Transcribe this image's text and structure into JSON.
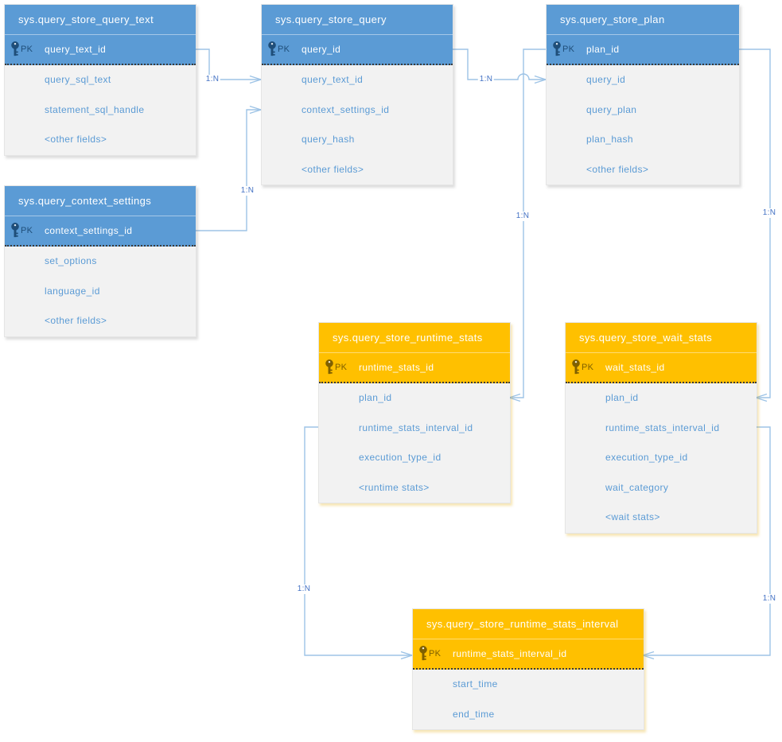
{
  "colors": {
    "blue_header": "#5B9BD5",
    "orange_header": "#FFC000",
    "blue_pk_accent": "#1F4E79",
    "orange_pk_accent": "#7F6000",
    "field_text": "#5B9BD5",
    "body_background": "#F2F2F2",
    "connector_line": "#9DC3E6",
    "cardinality_label": "#4472C4"
  },
  "tables": [
    {
      "title": "sys.query_store_query_text",
      "theme": "blue",
      "pk_label": "PK",
      "pk_field": "query_text_id",
      "fields": [
        "query_sql_text",
        "statement_sql_handle",
        "<other fields>"
      ]
    },
    {
      "title": "sys.query_store_query",
      "theme": "blue",
      "pk_label": "PK",
      "pk_field": "query_id",
      "fields": [
        "query_text_id",
        "context_settings_id",
        "query_hash",
        "<other fields>"
      ]
    },
    {
      "title": "sys.query_store_plan",
      "theme": "blue",
      "pk_label": "PK",
      "pk_field": "plan_id",
      "fields": [
        "query_id",
        "query_plan",
        "plan_hash",
        "<other fields>"
      ]
    },
    {
      "title": "sys.query_context_settings",
      "theme": "blue",
      "pk_label": "PK",
      "pk_field": "context_settings_id",
      "fields": [
        "set_options",
        "language_id",
        "<other fields>"
      ]
    },
    {
      "title": "sys.query_store_runtime_stats",
      "theme": "orange",
      "pk_label": "PK",
      "pk_field": "runtime_stats_id",
      "fields": [
        "plan_id",
        "runtime_stats_interval_id",
        "execution_type_id",
        "<runtime stats>"
      ]
    },
    {
      "title": "sys.query_store_wait_stats",
      "theme": "orange",
      "pk_label": "PK",
      "pk_field": "wait_stats_id",
      "fields": [
        "plan_id",
        "runtime_stats_interval_id",
        "execution_type_id",
        "wait_category",
        "<wait stats>"
      ]
    },
    {
      "title": "sys.query_store_runtime_stats_interval",
      "theme": "orange",
      "pk_label": "PK",
      "pk_field": "runtime_stats_interval_id",
      "fields": [
        "start_time",
        "end_time"
      ]
    }
  ],
  "connectors": [
    {
      "from": "sys.query_store_query_text.query_text_id",
      "to": "sys.query_store_query.query_text_id",
      "label": "1:N"
    },
    {
      "from": "sys.query_context_settings.context_settings_id",
      "to": "sys.query_store_query.context_settings_id",
      "label": "1:N"
    },
    {
      "from": "sys.query_store_query.query_id",
      "to": "sys.query_store_plan.query_id",
      "label": "1:N"
    },
    {
      "from": "sys.query_store_plan.plan_id",
      "to": "sys.query_store_runtime_stats.plan_id",
      "label": "1:N"
    },
    {
      "from": "sys.query_store_plan.plan_id",
      "to": "sys.query_store_wait_stats.plan_id",
      "label": "1:N"
    },
    {
      "from": "sys.query_store_runtime_stats.runtime_stats_interval_id",
      "to": "sys.query_store_runtime_stats_interval.runtime_stats_interval_id",
      "label": "1:N"
    },
    {
      "from": "sys.query_store_wait_stats.runtime_stats_interval_id",
      "to": "sys.query_store_runtime_stats_interval.runtime_stats_interval_id",
      "label": "1:N"
    }
  ]
}
